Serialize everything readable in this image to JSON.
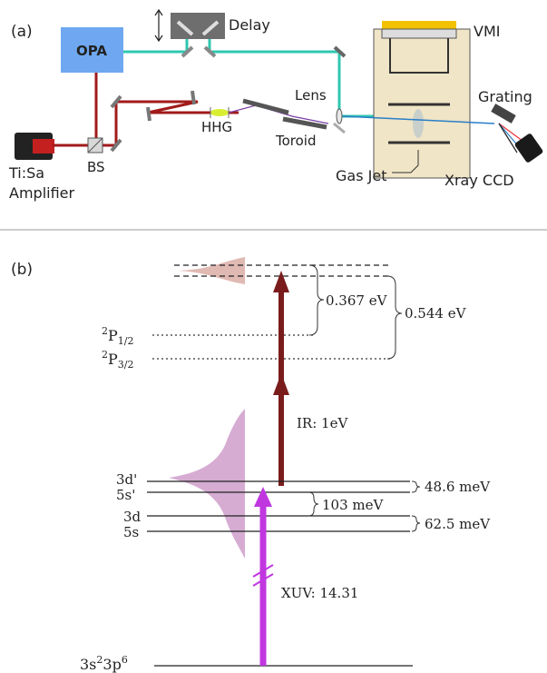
{
  "panel_a": {
    "label": "(a)",
    "opa": "OPA",
    "delay": "Delay",
    "vmi": "VMI",
    "hhg": "HHG",
    "lens": "Lens",
    "toroid": "Toroid",
    "bs": "BS",
    "grating": "Grating",
    "laser": {
      "line1": "Ti:Sa",
      "line2": "Amplifier"
    },
    "gas_jet": "Gas Jet",
    "ccd": "Xray CCD"
  },
  "panel_b": {
    "label": "(b)",
    "levels": {
      "p12": {
        "base": "P",
        "sup": "2",
        "sub": "1/2"
      },
      "p32": {
        "base": "P",
        "sup": "2",
        "sub": "3/2"
      },
      "d3p": "3d'",
      "s5p": "5s'",
      "d3": "3d",
      "s5": "5s",
      "ground": {
        "a": "3s",
        "b": "2",
        "c": "3p",
        "d": "6"
      }
    },
    "energies": {
      "e0367": "0.367 eV",
      "e0544": "0.544 eV",
      "e486": "48.6 meV",
      "e103": "103 meV",
      "e625": "62.5 meV"
    },
    "ir": "IR: 1eV",
    "xuv": "XUV: 14.31"
  },
  "colors": {
    "opa_fill": "#6fa8f0",
    "ir_beam": "#2fc7b0",
    "amp_beam": "#a11a1a",
    "vmi_fill": "#f0e5c6",
    "vmi_plate": "#f2c200",
    "ir_arrow": "#7a1c1c",
    "xuv_arrow": "#c037e0",
    "gaussian": "#c890c4"
  }
}
